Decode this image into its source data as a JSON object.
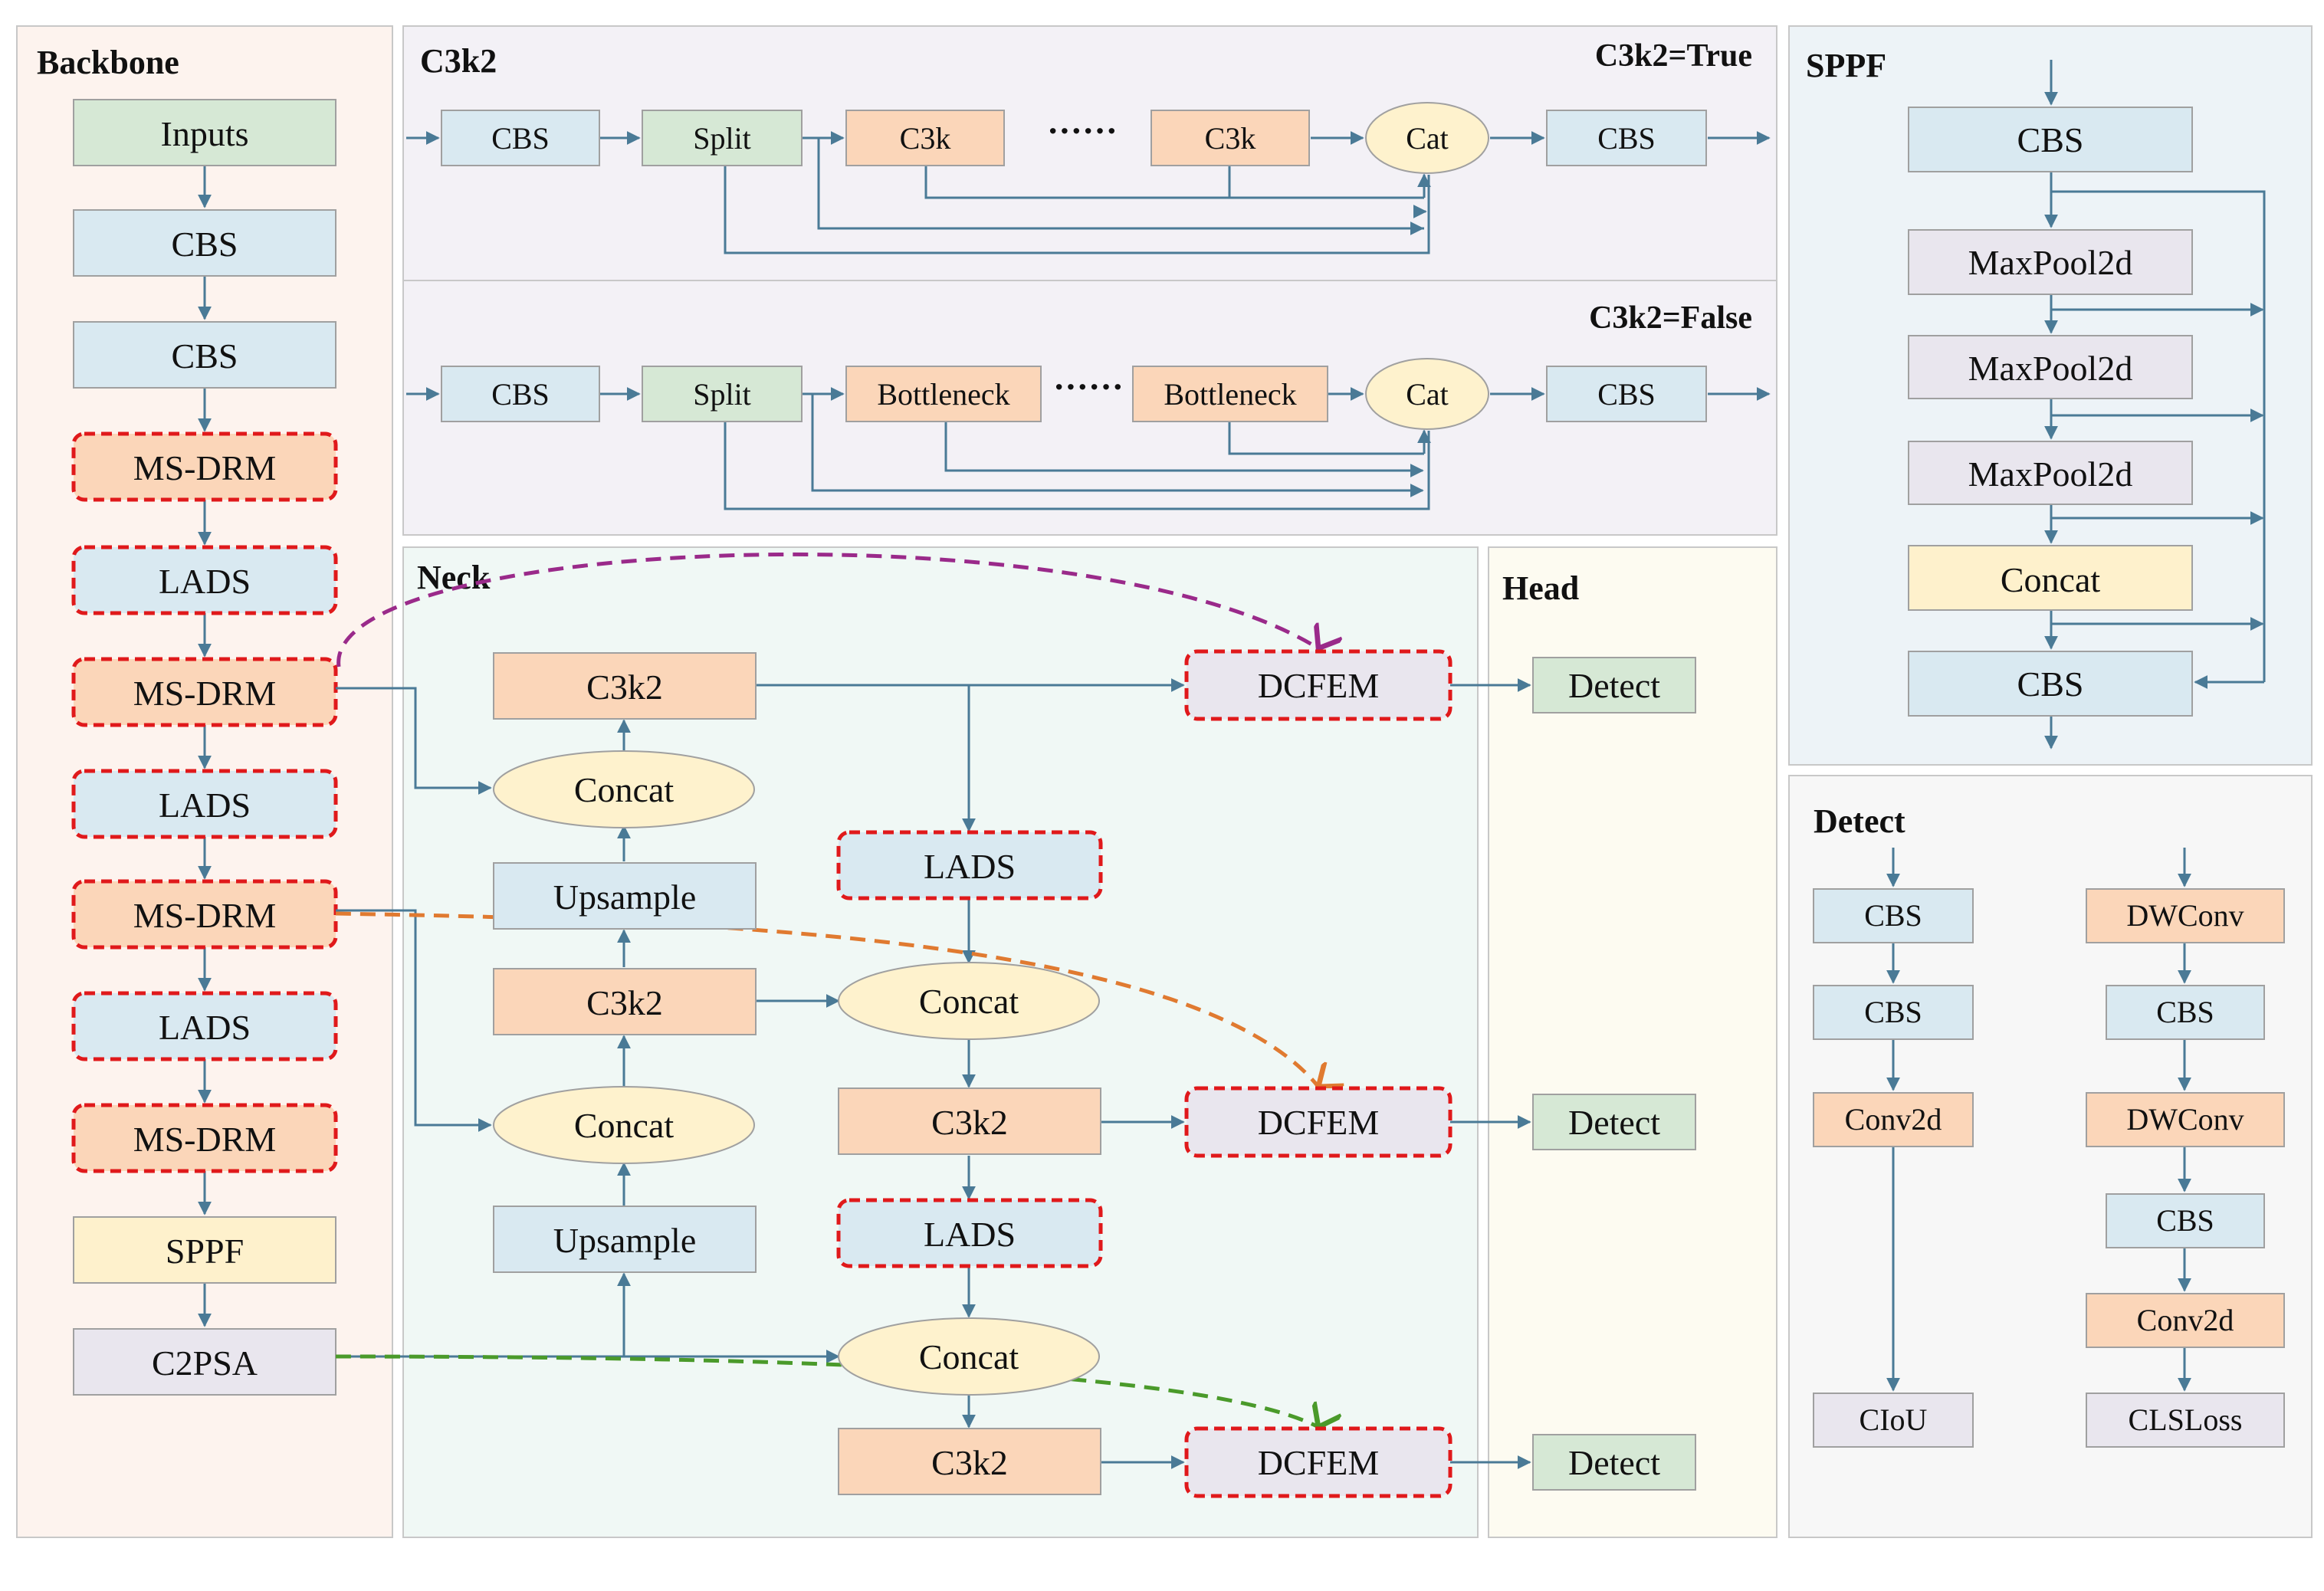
{
  "panels": {
    "backbone": "Backbone",
    "c3k2": "C3k2",
    "c3k2_true": "C3k2=True",
    "c3k2_false": "C3k2=False",
    "neck": "Neck",
    "head": "Head",
    "sppf": "SPPF",
    "detect": "Detect"
  },
  "backbone": {
    "inputs": "Inputs",
    "cbs1": "CBS",
    "cbs2": "CBS",
    "msdrm1": "MS-DRM",
    "lads1": "LADS",
    "msdrm2": "MS-DRM",
    "lads2": "LADS",
    "msdrm3": "MS-DRM",
    "lads3": "LADS",
    "msdrm4": "MS-DRM",
    "sppf": "SPPF",
    "c2psa": "C2PSA"
  },
  "c3k2_true": {
    "cbs_in": "CBS",
    "split": "Split",
    "c3k_a": "C3k",
    "dots": "······",
    "c3k_b": "C3k",
    "cat": "Cat",
    "cbs_out": "CBS"
  },
  "c3k2_false": {
    "cbs_in": "CBS",
    "split": "Split",
    "bottleneck_a": "Bottleneck",
    "dots": "······",
    "bottleneck_b": "Bottleneck",
    "cat": "Cat",
    "cbs_out": "CBS"
  },
  "neck": {
    "c3k2_top": "C3k2",
    "concat1": "Concat",
    "upsample1": "Upsample",
    "c3k2_mid": "C3k2",
    "concat2": "Concat",
    "upsample2": "Upsample",
    "lads1": "LADS",
    "concat3": "Concat",
    "c3k2_b": "C3k2",
    "lads2": "LADS",
    "concat4": "Concat",
    "c3k2_c": "C3k2",
    "dcfem1": "DCFEM",
    "dcfem2": "DCFEM",
    "dcfem3": "DCFEM"
  },
  "head": {
    "detect1": "Detect",
    "detect2": "Detect",
    "detect3": "Detect"
  },
  "sppf": {
    "cbs_in": "CBS",
    "maxpool1": "MaxPool2d",
    "maxpool2": "MaxPool2d",
    "maxpool3": "MaxPool2d",
    "concat": "Concat",
    "cbs_out": "CBS"
  },
  "detect": {
    "left": {
      "cbs1": "CBS",
      "cbs2": "CBS",
      "conv": "Conv2d",
      "loss": "CIoU"
    },
    "right": {
      "dwconv1": "DWConv",
      "cbs1": "CBS",
      "dwconv2": "DWConv",
      "cbs2": "CBS",
      "conv": "Conv2d",
      "loss": "CLSLoss"
    }
  },
  "colors": {
    "blue_box": "#d9e9f1",
    "green_box": "#d6e8d5",
    "orange_box": "#fbd6b9",
    "yellow_box": "#fef1cc",
    "gray_box": "#e9e6ee",
    "ellipse": "#fef2cd",
    "line": "#4a7a96",
    "dashed_red": "#e0191b",
    "arc_purple": "#9a2a8a",
    "arc_orange": "#e07a30",
    "arc_green": "#4a9a2a"
  }
}
